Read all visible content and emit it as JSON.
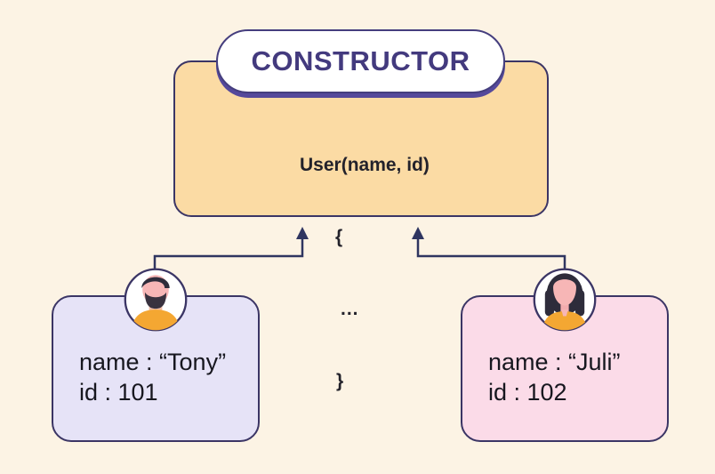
{
  "diagram": {
    "title": "CONSTRUCTOR",
    "code": {
      "signature": "User(name, id)",
      "open_brace": "{",
      "body_ellipsis": "...",
      "close_brace": "}"
    },
    "objects": [
      {
        "icon": "male-user-avatar-icon",
        "name_line": "name : “Tony”",
        "id_line": "id : 101"
      },
      {
        "icon": "female-user-avatar-icon",
        "name_line": "name : “Juli”",
        "id_line": "id : 102"
      }
    ],
    "colors": {
      "background": "#FCF3E4",
      "constructor_box_fill": "#FBDBA4",
      "constructor_box_border": "#3B3565",
      "pill_fill": "#FFFFFF",
      "pill_border": "#453E7E",
      "pill_shadow": "#55499B",
      "title_text": "#433A7E",
      "code_text": "#23222B",
      "card_left_fill": "#E6E3F7",
      "card_right_fill": "#FBDBE8",
      "card_border": "#3B3565",
      "connector_line": "#2F3560",
      "card_text": "#17171F",
      "shirt_orange": "#F4A732",
      "skin_pink": "#F7B6B6",
      "hair_dark": "#2E2C3B"
    }
  }
}
